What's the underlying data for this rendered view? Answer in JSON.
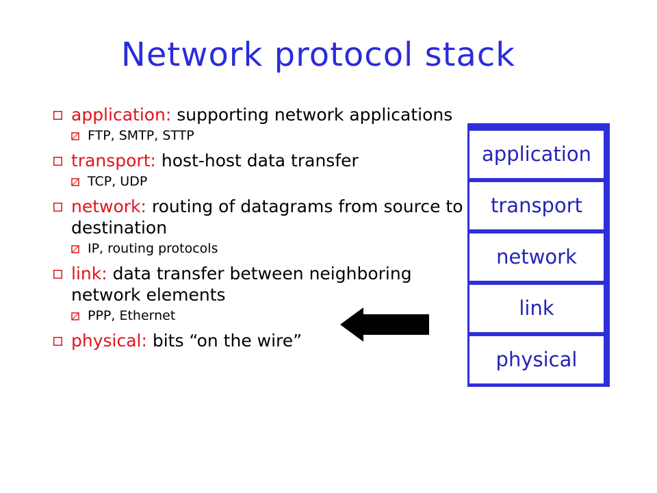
{
  "slide": {
    "title": "Network protocol stack",
    "bullets": [
      {
        "keyword": "application:",
        "text": " supporting network applications",
        "sub": "FTP, SMTP, STTP"
      },
      {
        "keyword": "transport:",
        "text": " host-host data transfer",
        "sub": "TCP, UDP"
      },
      {
        "keyword": "network:",
        "text": " routing of datagrams from source to destination",
        "sub": "IP, routing protocols"
      },
      {
        "keyword": "link:",
        "text": " data transfer between neighboring  network elements",
        "sub": "PPP, Ethernet"
      },
      {
        "keyword": "physical:",
        "text": " bits “on the wire”"
      }
    ],
    "stack_layers": [
      "application",
      "transport",
      "network",
      "link",
      "physical"
    ],
    "colors": {
      "title": "#2b2bdc",
      "keyword": "#e0141c",
      "stack_frame": "#2f2fd9",
      "layer_text": "#2424b4",
      "arrow": "#000000"
    },
    "icons": {
      "bullet_marker": "red-square-bullet-icon",
      "sub_marker": "red-square-sub-bullet-icon",
      "pointer": "left-arrow-icon"
    }
  }
}
